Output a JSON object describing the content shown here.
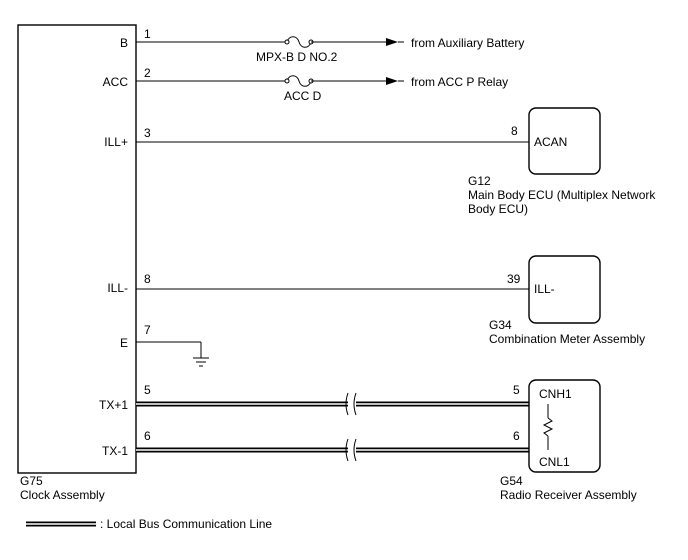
{
  "clock_assembly": {
    "code": "G75",
    "name": "Clock Assembly",
    "pins": [
      {
        "num": "1",
        "label": "B"
      },
      {
        "num": "2",
        "label": "ACC"
      },
      {
        "num": "3",
        "label": "ILL+"
      },
      {
        "num": "8",
        "label": "ILL-"
      },
      {
        "num": "7",
        "label": "E"
      },
      {
        "num": "5",
        "label": "TX+1"
      },
      {
        "num": "6",
        "label": "TX-1"
      }
    ]
  },
  "fuses": [
    {
      "name": "MPX-B D NO.2",
      "source": "from Auxiliary Battery"
    },
    {
      "name": "ACC D",
      "source": "from ACC P Relay"
    }
  ],
  "main_body_ecu": {
    "code": "G12",
    "name_line1": "Main Body ECU (Multiplex Network",
    "name_line2": "Body ECU)",
    "pin_num": "8",
    "pin_label": "ACAN"
  },
  "combination_meter": {
    "code": "G34",
    "name": "Combination Meter Assembly",
    "pin_num": "39",
    "pin_label": "ILL-"
  },
  "radio_receiver": {
    "code": "G54",
    "name": "Radio Receiver Assembly",
    "pins": [
      {
        "num": "5",
        "label": "CNH1"
      },
      {
        "num": "6",
        "label": "CNL1"
      }
    ]
  },
  "legend": {
    "label": ": Local Bus Communication Line"
  }
}
